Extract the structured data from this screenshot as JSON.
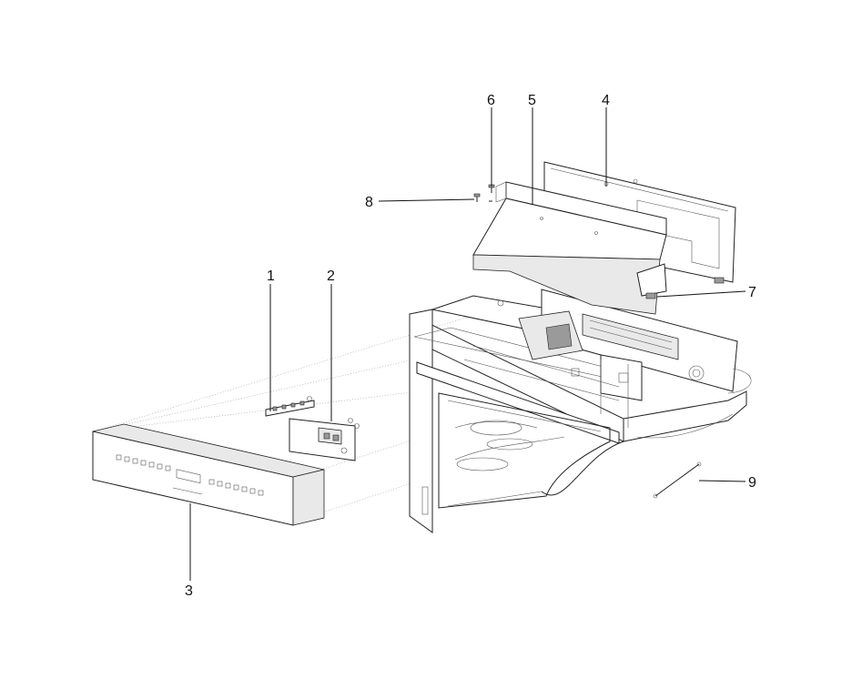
{
  "callouts": [
    {
      "id": "1",
      "label": "1"
    },
    {
      "id": "2",
      "label": "2"
    },
    {
      "id": "3",
      "label": "3"
    },
    {
      "id": "4",
      "label": "4"
    },
    {
      "id": "5",
      "label": "5"
    },
    {
      "id": "6",
      "label": "6"
    },
    {
      "id": "7",
      "label": "7"
    },
    {
      "id": "8",
      "label": "8"
    },
    {
      "id": "9",
      "label": "9"
    }
  ],
  "colors": {
    "line": "#222222",
    "background": "#ffffff",
    "shade": "#e9e9e9"
  }
}
